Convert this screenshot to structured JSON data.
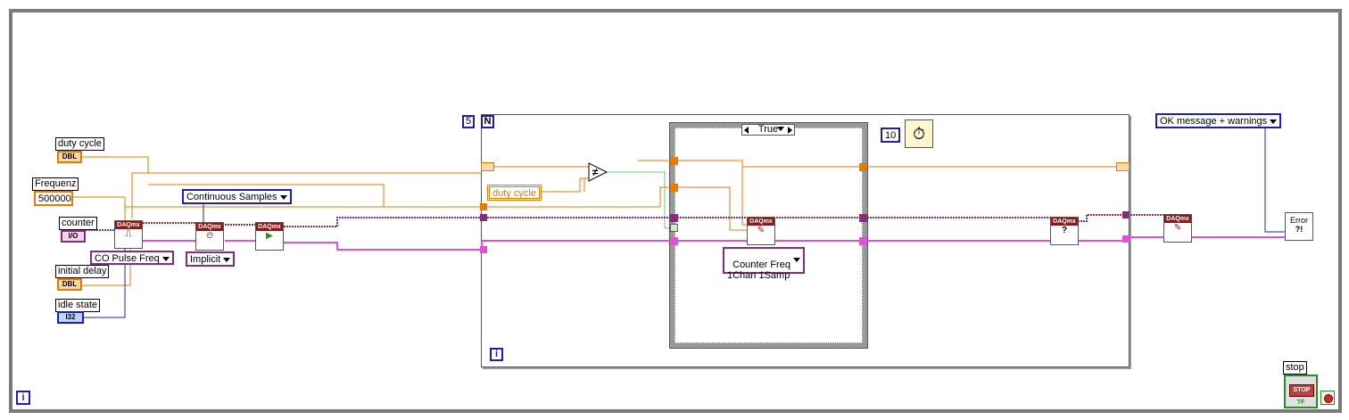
{
  "controls": {
    "duty_cycle": {
      "label": "duty cycle",
      "type": "DBL"
    },
    "frequenz": {
      "label": "Frequenz",
      "value": "500000"
    },
    "counter": {
      "label": "counter",
      "type": "I/O"
    },
    "initial_delay": {
      "label": "initial delay",
      "type": "DBL"
    },
    "idle_state": {
      "label": "idle state",
      "type": "I32"
    },
    "stop": {
      "label": "stop",
      "button": "STOP",
      "tf": "TF"
    }
  },
  "rings": {
    "pulse_type": "CO Pulse Freq",
    "sample_mode": "Continuous Samples",
    "timing": "Implicit",
    "write_type": "Counter Freq\n1Chan 1Samp",
    "error_msg": "OK message + warnings"
  },
  "vis": {
    "create_channel": "DAQmx",
    "timing": "DAQmx",
    "start": "DAQmx",
    "write": "DAQmx",
    "is_done": "DAQmx",
    "clear": "DAQmx"
  },
  "for_loop": {
    "count": "5",
    "n_label": "N",
    "index": "i"
  },
  "case": {
    "selector": "True"
  },
  "wait_const": "10",
  "local_var": "duty cycle",
  "compare": "≠",
  "error_vi": "Error",
  "outer_index": "i",
  "colors": {
    "dbl": "#e87a00",
    "io": "#8a2a7a",
    "error": "#e050d8",
    "i32": "#1d1dbf",
    "bool": "#2a8a2a",
    "frame": "#777777"
  }
}
